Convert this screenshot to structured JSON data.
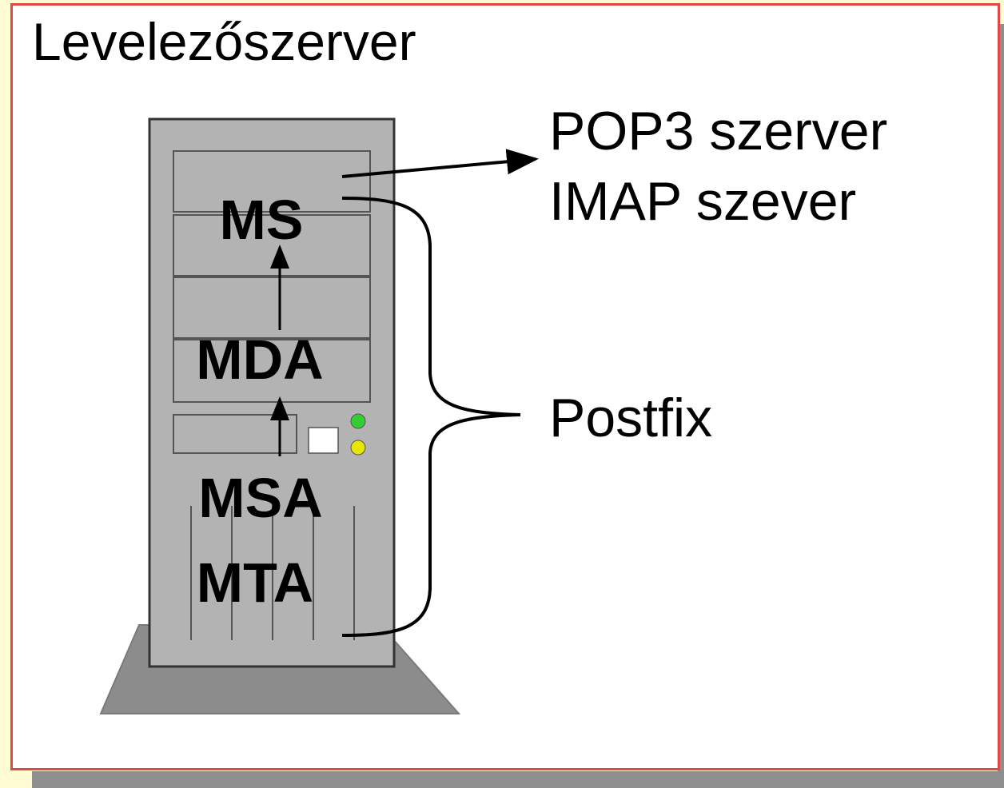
{
  "title": "Levelezőszerver",
  "server_components": {
    "ms": "MS",
    "mda": "MDA",
    "msa": "MSA",
    "mta": "MTA"
  },
  "side_labels": {
    "pop3": "POP3 szerver",
    "imap": "IMAP szever",
    "postfix": "Postfix"
  },
  "colors": {
    "slide_border": "#e04848",
    "page_background": "#fffbd3",
    "tower_fill": "#b3b3b3",
    "base_fill": "#8c8c8c",
    "led_green": "#33cc33",
    "led_yellow": "#e6e600"
  }
}
